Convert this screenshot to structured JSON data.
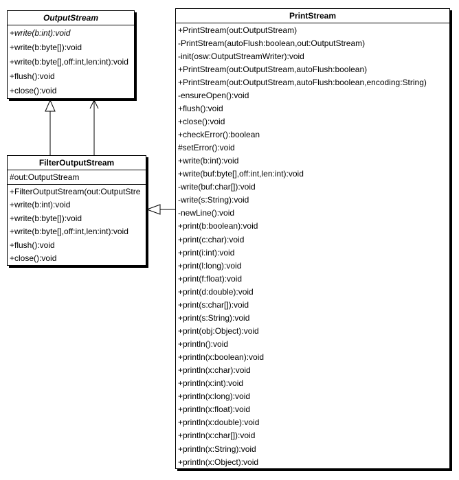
{
  "diagram": {
    "classes": [
      {
        "name": "OutputStream",
        "abstract": true,
        "attributes": [],
        "methods": [
          {
            "text": "+write(b:int):void",
            "italic": true
          },
          {
            "text": "+write(b:byte[]):void"
          },
          {
            "text": "+write(b:byte[],off:int,len:int):void"
          },
          {
            "text": "+flush():void"
          },
          {
            "text": "+close():void"
          }
        ]
      },
      {
        "name": "FilterOutputStream",
        "abstract": false,
        "attributes": [
          {
            "text": "#out:OutputStream"
          }
        ],
        "methods": [
          {
            "text": "+FilterOutputStream(out:OutputStre"
          },
          {
            "text": "+write(b:int):void"
          },
          {
            "text": "+write(b:byte[]):void"
          },
          {
            "text": "+write(b:byte[],off:int,len:int):void"
          },
          {
            "text": "+flush():void"
          },
          {
            "text": "+close():void"
          }
        ]
      },
      {
        "name": "PrintStream",
        "abstract": false,
        "attributes": [],
        "methods": [
          {
            "text": "+PrintStream(out:OutputStream)"
          },
          {
            "text": "-PrintStream(autoFlush:boolean,out:OutputStream)"
          },
          {
            "text": "-init(osw:OutputStreamWriter):void"
          },
          {
            "text": "+PrintStream(out:OutputStream,autoFlush:boolean)"
          },
          {
            "text": "+PrintStream(out:OutputStream,autoFlush:boolean,encoding:String)"
          },
          {
            "text": "-ensureOpen():void"
          },
          {
            "text": "+flush():void"
          },
          {
            "text": "+close():void"
          },
          {
            "text": "+checkError():boolean"
          },
          {
            "text": "#setError():void"
          },
          {
            "text": "+write(b:int):void"
          },
          {
            "text": "+write(buf:byte[],off:int,len:int):void"
          },
          {
            "text": "-write(buf:char[]):void"
          },
          {
            "text": "-write(s:String):void"
          },
          {
            "text": "-newLine():void"
          },
          {
            "text": "+print(b:boolean):void"
          },
          {
            "text": "+print(c:char):void"
          },
          {
            "text": "+print(i:int):void"
          },
          {
            "text": "+print(l:long):void"
          },
          {
            "text": "+print(f:float):void"
          },
          {
            "text": "+print(d:double):void"
          },
          {
            "text": "+print(s:char[]):void"
          },
          {
            "text": "+print(s:String):void"
          },
          {
            "text": "+print(obj:Object):void"
          },
          {
            "text": "+println():void"
          },
          {
            "text": "+println(x:boolean):void"
          },
          {
            "text": "+println(x:char):void"
          },
          {
            "text": "+println(x:int):void"
          },
          {
            "text": "+println(x:long):void"
          },
          {
            "text": "+println(x:float):void"
          },
          {
            "text": "+println(x:double):void"
          },
          {
            "text": "+println(x:char[]):void"
          },
          {
            "text": "+println(x:String):void"
          },
          {
            "text": "+println(x:Object):void"
          }
        ]
      }
    ],
    "relationships": [
      {
        "type": "generalization",
        "from": "FilterOutputStream",
        "to": "OutputStream"
      },
      {
        "type": "association",
        "from": "FilterOutputStream",
        "to": "OutputStream"
      },
      {
        "type": "generalization",
        "from": "PrintStream",
        "to": "FilterOutputStream"
      }
    ],
    "colors": {
      "background": "#ffffff",
      "line": "#000000",
      "text": "#000000",
      "box_fill": "#ffffff"
    }
  }
}
